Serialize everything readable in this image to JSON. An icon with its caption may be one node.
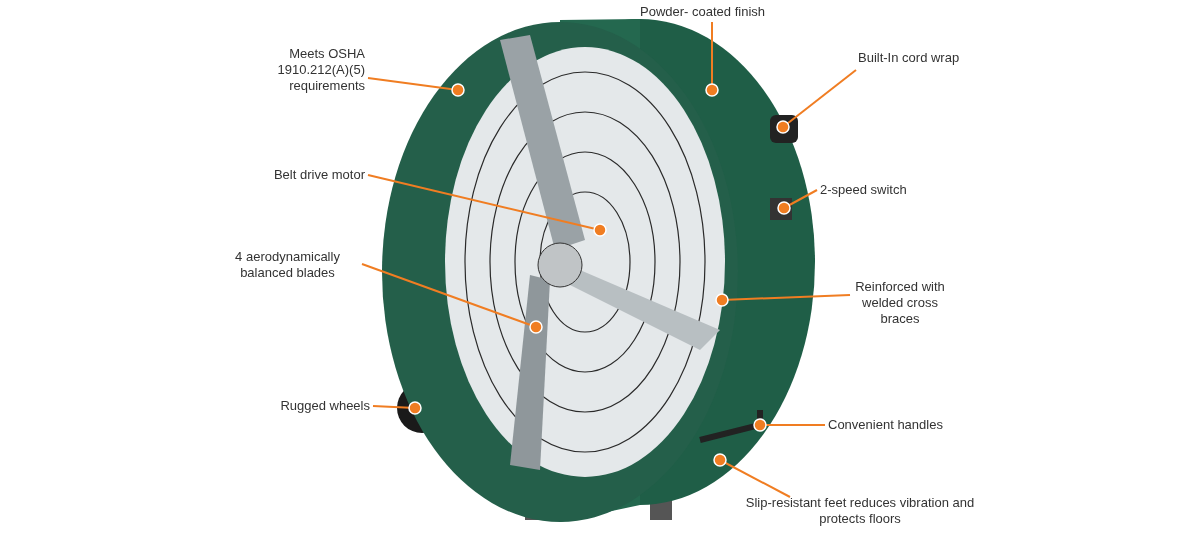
{
  "diagram": {
    "nodes": [
      {
        "text": [
          "Powder- coated finish"
        ]
      },
      {
        "text": [
          "Meets OSHA 1910.212(A)(5) requirements"
        ]
      },
      {
        "text": [
          "Built-In cord wrap"
        ]
      },
      {
        "text": [
          "Belt drive motor"
        ]
      },
      {
        "text": [
          "2-speed switch"
        ]
      },
      {
        "text": [
          "4 aerodynamically balanced blades"
        ]
      },
      {
        "text": [
          "Reinforced with welded cross braces"
        ]
      },
      {
        "text": [
          "Rugged wheels"
        ]
      },
      {
        "text": [
          "Convenient handles"
        ]
      },
      {
        "text": [
          "Slip-resistant feet reduces vibration and protects floors"
        ]
      }
    ],
    "edges": [
      {
        "from": 0,
        "to": null,
        "arrow": "other"
      },
      {
        "from": 1,
        "to": null,
        "arrow": "other"
      },
      {
        "from": 2,
        "to": null,
        "arrow": "other"
      },
      {
        "from": 3,
        "to": null,
        "arrow": "other"
      },
      {
        "from": 4,
        "to": null,
        "arrow": "other"
      },
      {
        "from": 5,
        "to": null,
        "arrow": "other"
      },
      {
        "from": 6,
        "to": null,
        "arrow": "other"
      },
      {
        "from": 7,
        "to": null,
        "arrow": "other"
      },
      {
        "from": 8,
        "to": null,
        "arrow": "other"
      },
      {
        "from": 9,
        "to": null,
        "arrow": "other"
      }
    ]
  }
}
